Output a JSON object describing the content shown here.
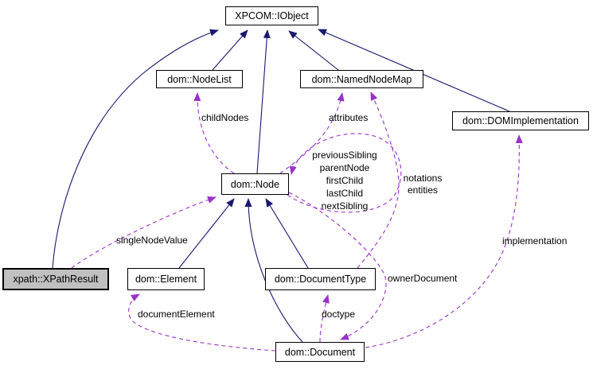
{
  "diagram": {
    "kind": "class collaboration graph",
    "classes": {
      "iobject": "XPCOM::IObject",
      "nodelist": "dom::NodeList",
      "namednodemap": "dom::NamedNodeMap",
      "domimplementation": "dom::DOMImplementation",
      "node": "dom::Node",
      "xpathresult": "xpath::XPathResult",
      "element": "dom::Element",
      "documenttype": "dom::DocumentType",
      "document": "dom::Document"
    },
    "edge_labels": {
      "childNodes": "childNodes",
      "attributes": "attributes",
      "self_loop": [
        "previousSibling",
        "parentNode",
        "firstChild",
        "lastChild",
        "nextSibling"
      ],
      "doctype_maps": [
        "notations",
        "entities"
      ],
      "singleNodeValue": "singleNodeValue",
      "documentElement": "documentElement",
      "doctype": "doctype",
      "ownerDocument": "ownerDocument",
      "implementation": "implementation"
    },
    "relations": [
      {
        "from": "xpath::XPathResult",
        "to": "XPCOM::IObject",
        "type": "inheritance"
      },
      {
        "from": "dom::NodeList",
        "to": "XPCOM::IObject",
        "type": "inheritance"
      },
      {
        "from": "dom::NamedNodeMap",
        "to": "XPCOM::IObject",
        "type": "inheritance"
      },
      {
        "from": "dom::DOMImplementation",
        "to": "XPCOM::IObject",
        "type": "inheritance"
      },
      {
        "from": "dom::Node",
        "to": "XPCOM::IObject",
        "type": "inheritance"
      },
      {
        "from": "dom::Element",
        "to": "dom::Node",
        "type": "inheritance"
      },
      {
        "from": "dom::DocumentType",
        "to": "dom::Node",
        "type": "inheritance"
      },
      {
        "from": "dom::Document",
        "to": "dom::Node",
        "type": "inheritance"
      },
      {
        "from": "dom::Node",
        "to": "dom::NodeList",
        "type": "usage",
        "label": "childNodes"
      },
      {
        "from": "dom::Node",
        "to": "dom::NamedNodeMap",
        "type": "usage",
        "label": "attributes"
      },
      {
        "from": "dom::Node",
        "to": "dom::Node",
        "type": "usage",
        "label": "previousSibling parentNode firstChild lastChild nextSibling"
      },
      {
        "from": "xpath::XPathResult",
        "to": "dom::Node",
        "type": "usage",
        "label": "singleNodeValue"
      },
      {
        "from": "dom::Document",
        "to": "dom::Element",
        "type": "usage",
        "label": "documentElement"
      },
      {
        "from": "dom::Document",
        "to": "dom::DocumentType",
        "type": "usage",
        "label": "doctype"
      },
      {
        "from": "dom::Node",
        "to": "dom::Document",
        "type": "usage",
        "label": "ownerDocument"
      },
      {
        "from": "dom::DocumentType",
        "to": "dom::NamedNodeMap",
        "type": "usage",
        "label": "notations entities"
      },
      {
        "from": "dom::Document",
        "to": "dom::DOMImplementation",
        "type": "usage",
        "label": "implementation"
      }
    ],
    "colors": {
      "inheritance_edge": "#191970",
      "usage_edge": "#9932cc",
      "highlighted_node_bg": "#c0c0c0",
      "node_bg": "#ffffff",
      "node_border": "#000000"
    }
  }
}
